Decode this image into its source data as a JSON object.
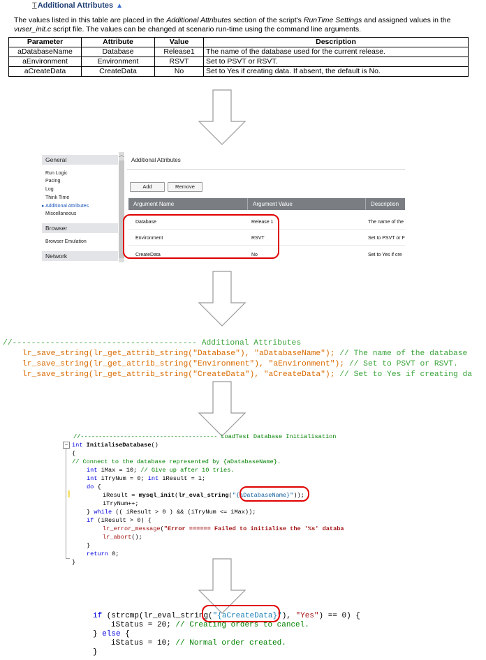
{
  "doc": {
    "anchor_mark": "T",
    "title": "Additional Attributes",
    "up_arrow": "▲",
    "desc_1": "The values listed in this table are placed in the ",
    "desc_2": "Additional Attributes",
    "desc_3": " section of the script's ",
    "desc_4": "RunTime Settings",
    "desc_5": " and assigned values in the ",
    "desc_6": "vuser_init.c",
    "desc_7": " script file. The values can be changed at scenario run-time using the command line arguments.",
    "headers": [
      "Parameter",
      "Attribute",
      "Value",
      "Description"
    ],
    "rows": [
      [
        "aDatabaseName",
        "Database",
        "Release1",
        "The name of the database used for the current release."
      ],
      [
        "aEnvironment",
        "Environment",
        "RSVT",
        "Set to PSVT or RSVT."
      ],
      [
        "aCreateData",
        "CreateData",
        "No",
        "Set to Yes if creating data. If absent, the default is No."
      ]
    ]
  },
  "rts": {
    "sidebar": {
      "general": "General",
      "items": [
        "Run Logic",
        "Pacing",
        "Log",
        "Think Time",
        "Additional Attributes",
        "Miscellaneous"
      ],
      "selected_marker": "▸",
      "browser": "Browser",
      "browser_items": [
        "Browser Emulation"
      ],
      "network": "Network"
    },
    "scroll_up": "︿",
    "panel_title": "Additional Attributes",
    "add_label": "Add",
    "remove_label": "Remove",
    "columns": [
      "Argument Name",
      "Argument Value",
      "Description"
    ],
    "rows": [
      [
        "Database",
        "Release 1",
        "The name of the"
      ],
      [
        "Environment",
        "RSVT",
        "Set to PSVT or F"
      ],
      [
        "CreateData",
        "No",
        "Set to Yes if cre"
      ]
    ]
  },
  "code3": {
    "comment_prefix": "//--------------------------------------- ",
    "comment_title": "Additional Attributes",
    "lines": [
      {
        "fn": "lr_save_string(",
        "inner": "lr_get_attrib_string(",
        "arg1": "\"Database\"",
        "mid": "), ",
        "arg2": "\"aDatabaseName\"",
        "end": "); ",
        "cmt": "// The name of the database"
      },
      {
        "fn": "lr_save_string(",
        "inner": "lr_get_attrib_string(",
        "arg1": "\"Environment\"",
        "mid": "), ",
        "arg2": "\"aEnvironment\"",
        "end": "); ",
        "cmt": "// Set to PSVT or RSVT."
      },
      {
        "fn": "lr_save_string(",
        "inner": "lr_get_attrib_string(",
        "arg1": "\"CreateData\"",
        "mid": "), ",
        "arg2": "\"aCreateData\"",
        "end": "); ",
        "cmt": "// Set to Yes if creating da"
      }
    ]
  },
  "code4": {
    "fold_box": "−",
    "header_comment": "//-------------------------------------- LoadTest Database Initialisation",
    "sig_kw": "int",
    "sig_fn": "InitialiseDatabase",
    "sig_paren": "()",
    "brace_open": "{",
    "connect_comment": "// Connect to the database represented by {aDatabaseName}.",
    "l1_kw": "int",
    "l1_rest": " iMax = 10; ",
    "l1_cmt": "// Give up after 10 tries.",
    "l2_kw1": "int",
    "l2_mid": " iTryNum = 0; ",
    "l2_kw2": "int",
    "l2_rest": " iResult = 1;",
    "do_kw": "do",
    "do_rest": " {",
    "l3_a": "iResult = ",
    "l3_fn": "mysql_init",
    "l3_b": "(",
    "l3_fn2": "lr_eval_string",
    "l3_c": "(",
    "l3_str": "\"{aDatabaseName}\"",
    "l3_d": "));",
    "l4": "iTryNum++;",
    "while_a": "} ",
    "while_kw": "while",
    "while_rest": " (( iResult > 0 ) && (iTryNum <= iMax));",
    "if_kw": "if",
    "if_rest": " (iResult > 0) {",
    "err_fn": "lr_error_message",
    "err_b": "(",
    "err_str": "\"Error ====== Failed to initialise the '%s' databa",
    "abort_fn": "lr_abort",
    "abort_rest": "();",
    "close_if": "}",
    "ret_kw": "return",
    "ret_rest": " 0;",
    "brace_close": "}"
  },
  "code5": {
    "if_kw": "if",
    "a": " (",
    "fn": "strcmp",
    "b": "(",
    "fn2": "lr_eval_string",
    "c": "(",
    "str": "\"{aCreateData}\"",
    "d": "), ",
    "yes": "\"Yes\"",
    "e": ") == 0) {",
    "l2_a": "iStatus = 20; ",
    "l2_cmt": "// Creating orders to cancel.",
    "else_a": "} ",
    "else_kw": "else",
    "else_rest": " {",
    "l4_a": "iStatus = 10; ",
    "l4_cmt": "// Normal order created.",
    "close": "}"
  }
}
